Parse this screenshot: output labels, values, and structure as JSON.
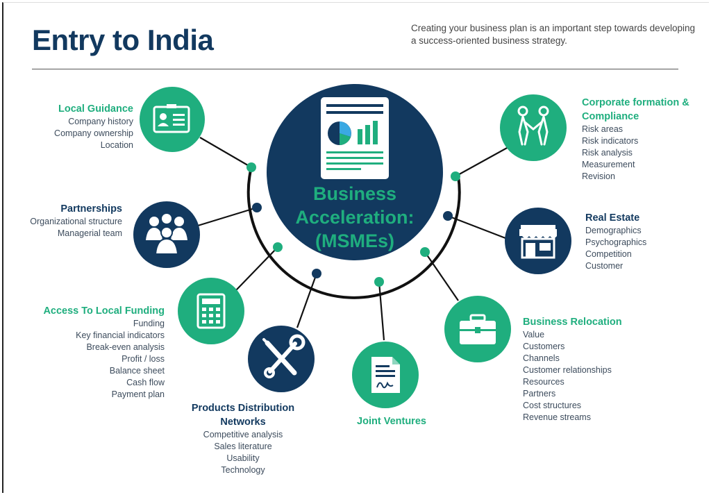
{
  "title": "Entry to India",
  "subtitle": "Creating your business plan is an important step towards developing a success-oriented business strategy.",
  "center": {
    "lines": [
      "Business",
      "Acceleration:",
      "(MSMEs)"
    ],
    "icon": "report-chart-icon"
  },
  "colors": {
    "navy": "#12395f",
    "green": "#1fae7e",
    "text": "#3c4b5c"
  },
  "nodes": [
    {
      "heading": "Local Guidance",
      "items": [
        "Company history",
        "Company ownership",
        "Location"
      ],
      "icon": "id-card-icon"
    },
    {
      "heading": "Partnerships",
      "items": [
        "Organizational structure",
        "Managerial team"
      ],
      "icon": "team-icon"
    },
    {
      "heading": "Access To Local Funding",
      "items": [
        "Funding",
        "Key financial indicators",
        "Break-even analysis",
        "Profit / loss",
        "Balance sheet",
        "Cash flow",
        "Payment plan"
      ],
      "icon": "calculator-icon"
    },
    {
      "heading": "Products Distribution Networks",
      "heading_lines": [
        "Products Distribution",
        "Networks"
      ],
      "items": [
        "Competitive analysis",
        "Sales literature",
        "Usability",
        "Technology"
      ],
      "icon": "tools-icon"
    },
    {
      "heading": "Joint Ventures",
      "items": [],
      "icon": "contract-icon"
    },
    {
      "heading": "Business Relocation",
      "items": [
        "Value",
        "Customers",
        "Channels",
        "Customer relationships",
        "Resources",
        "Partners",
        "Cost structures",
        "Revenue streams"
      ],
      "icon": "briefcase-icon"
    },
    {
      "heading": "Real Estate",
      "items": [
        "Demographics",
        "Psychographics",
        "Competition",
        "Customer"
      ],
      "icon": "storefront-icon"
    },
    {
      "heading": "Corporate formation & Compliance",
      "heading_lines": [
        "Corporate formation &",
        "Compliance"
      ],
      "items": [
        "Risk areas",
        "Risk indicators",
        "Risk analysis",
        "Measurement",
        "Revision"
      ],
      "icon": "handshake-icon"
    }
  ]
}
